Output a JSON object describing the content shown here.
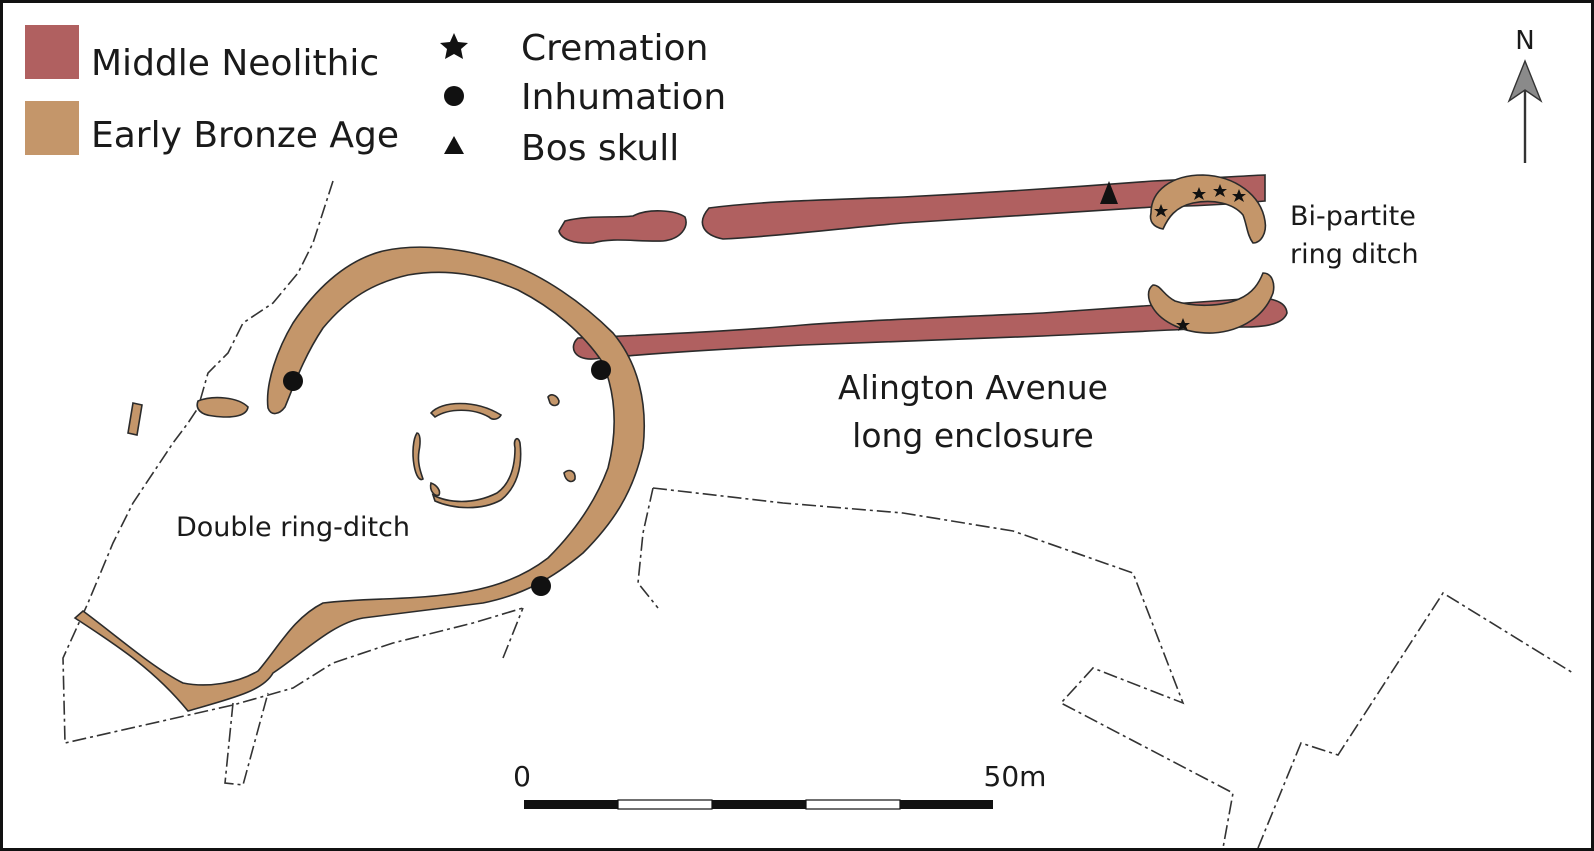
{
  "colors": {
    "middle_neolithic": "#b06060",
    "early_bronze_age": "#c4966a",
    "marker": "#111111",
    "boundary": "#333333"
  },
  "legend": {
    "periods": [
      {
        "label": "Middle Neolithic",
        "color": "#b06060"
      },
      {
        "label": "Early Bronze Age",
        "color": "#c4966a"
      }
    ],
    "symbols": [
      {
        "label": "Cremation",
        "icon": "star-icon"
      },
      {
        "label": "Inhumation",
        "icon": "circle-icon"
      },
      {
        "label": "Bos skull",
        "icon": "triangle-icon"
      }
    ]
  },
  "labels": {
    "bipartite_line1": "Bi-partite",
    "bipartite_line2": "ring ditch",
    "avenue_line1": "Alington Avenue",
    "avenue_line2": "long enclosure",
    "double_ring": "Double ring-ditch"
  },
  "scale_bar": {
    "start_label": "0",
    "end_label": "50m"
  },
  "north": {
    "label": "N"
  }
}
